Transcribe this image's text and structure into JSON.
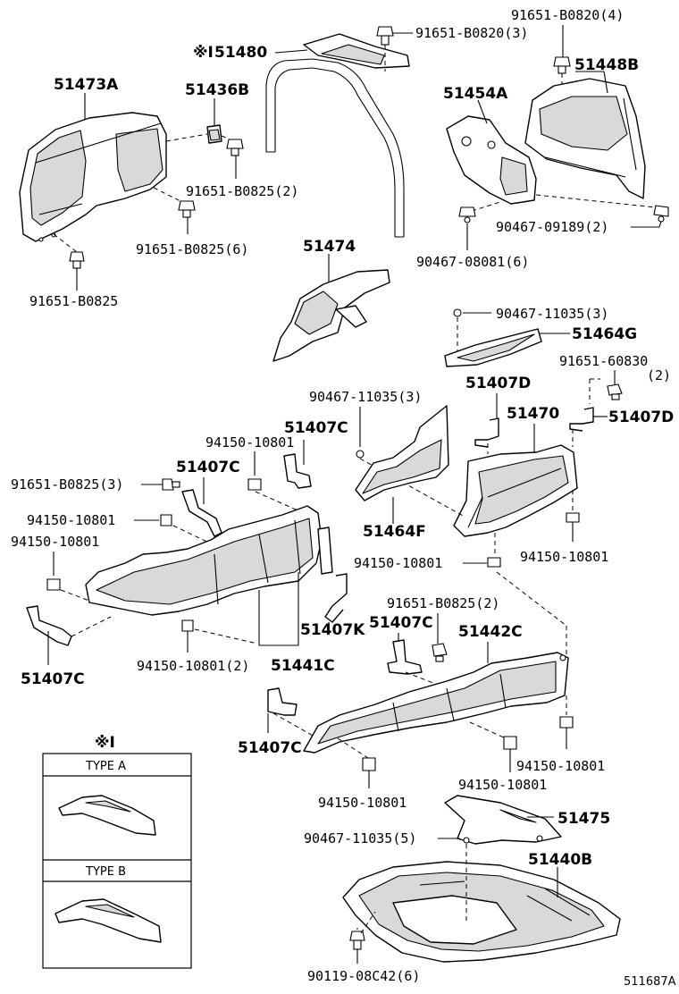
{
  "labels": {
    "p_51480": "51480",
    "p_51480_mark": "※I",
    "p_91651_B0820_4": "91651-B0820(4)",
    "p_91651_B0820_3": "91651-B0820(3)",
    "p_51448B": "51448B",
    "p_51473A": "51473A",
    "p_51436B": "51436B",
    "p_51454A": "51454A",
    "p_91651_B0825_2a": "91651-B0825(2)",
    "p_91651_B0825_6": "91651-B0825(6)",
    "p_91651_B0825": "91651-B0825",
    "p_90467_09189_2": "90467-09189(2)",
    "p_90467_08081_6": "90467-08081(6)",
    "p_51474": "51474",
    "p_90467_11035_3a": "90467-11035(3)",
    "p_51464G": "51464G",
    "p_91651_60830": "91651-60830",
    "p_91651_60830_qty": "(2)",
    "p_51407D_a": "51407D",
    "p_51407D_b": "51407D",
    "p_90467_11035_3b": "90467-11035(3)",
    "p_51470": "51470",
    "p_51407C_a": "51407C",
    "p_94150_10801_a": "94150-10801",
    "p_51407C_b": "51407C",
    "p_91651_B0825_3": "91651-B0825(3)",
    "p_94150_10801_b": "94150-10801",
    "p_94150_10801_c": "94150-10801",
    "p_51464F": "51464F",
    "p_94150_10801_d": "94150-10801",
    "p_94150_10801_e": "94150-10801",
    "p_51407C_c": "51407C",
    "p_51407K": "51407K",
    "p_94150_10801_2": "94150-10801(2)",
    "p_51441C": "51441C",
    "p_91651_B0825_2b": "91651-B0825(2)",
    "p_51407C_d": "51407C",
    "p_51442C": "51442C",
    "p_51407C_e": "51407C",
    "p_94150_10801_f": "94150-10801",
    "p_94150_10801_g": "94150-10801",
    "p_94150_10801_h": "94150-10801",
    "p_51475": "51475",
    "p_90467_11035_5": "90467-11035(5)",
    "p_51440B": "51440B",
    "p_90119_08C42_6": "90119-08C42(6)",
    "ref_code": "511687A"
  },
  "legend": {
    "mark": "※I",
    "type_a": "TYPE A",
    "type_b": "TYPE B"
  }
}
